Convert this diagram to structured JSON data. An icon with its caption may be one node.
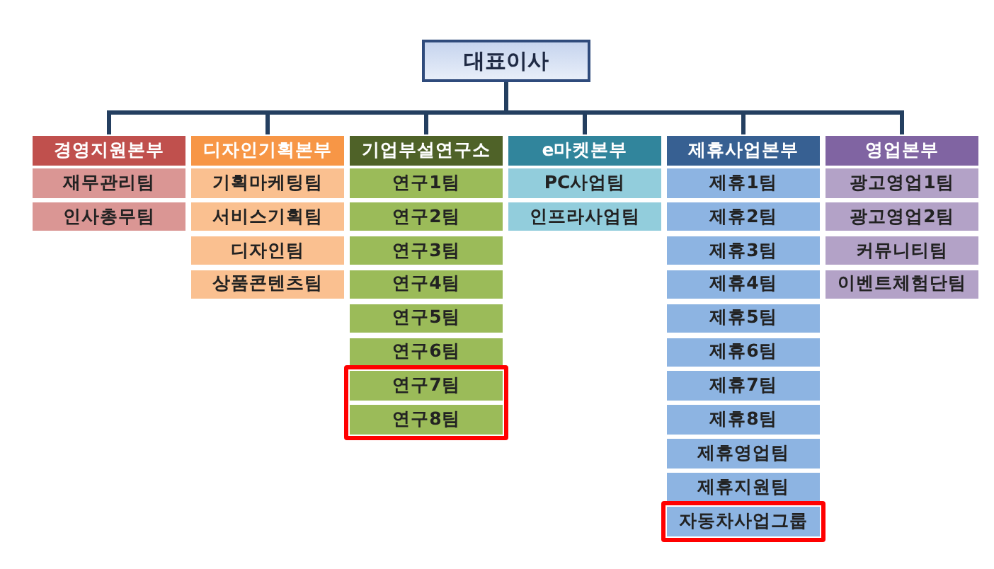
{
  "diagram": {
    "nodes": [
      {
        "text": [
          "대표이사"
        ]
      },
      {
        "text": [
          "경영지원본부"
        ]
      },
      {
        "text": [
          "재무관리팀"
        ]
      },
      {
        "text": [
          "인사총무팀"
        ]
      },
      {
        "text": [
          "디자인기획본부"
        ]
      },
      {
        "text": [
          "기획마케팅팀"
        ]
      },
      {
        "text": [
          "서비스기획팀"
        ]
      },
      {
        "text": [
          "디자인팀"
        ]
      },
      {
        "text": [
          "상품콘텐츠팀"
        ]
      },
      {
        "text": [
          "기업부설연구소"
        ]
      },
      {
        "text": [
          "연구1팀"
        ]
      },
      {
        "text": [
          "연구2팀"
        ]
      },
      {
        "text": [
          "연구3팀"
        ]
      },
      {
        "text": [
          "연구4팀"
        ]
      },
      {
        "text": [
          "연구5팀"
        ]
      },
      {
        "text": [
          "연구6팀"
        ]
      },
      {
        "text": [],
        "shape": "box"
      },
      {
        "text": [
          "연구7팀"
        ],
        "in": 16
      },
      {
        "text": [
          "연구8팀"
        ],
        "in": 16
      },
      {
        "text": [
          "e마켓본부"
        ]
      },
      {
        "text": [
          "PC사업팀"
        ]
      },
      {
        "text": [
          "인프라사업팀"
        ]
      },
      {
        "text": [
          "제휴사업본부"
        ]
      },
      {
        "text": [
          "제휴1팀"
        ]
      },
      {
        "text": [
          "제휴2팀"
        ]
      },
      {
        "text": [
          "제휴3팀"
        ]
      },
      {
        "text": [
          "제휴4팀"
        ]
      },
      {
        "text": [
          "제휴5팀"
        ]
      },
      {
        "text": [
          "제휴6팀"
        ]
      },
      {
        "text": [
          "제휴7팀"
        ]
      },
      {
        "text": [
          "제휴8팀"
        ]
      },
      {
        "text": [
          "제휴영업팀"
        ]
      },
      {
        "text": [
          "제휴지원팀"
        ]
      },
      {
        "text": [],
        "shape": "box"
      },
      {
        "text": [
          "자동차사업그룹"
        ],
        "in": 33
      },
      {
        "text": [
          "영업본부"
        ]
      },
      {
        "text": [
          "광고영업1팀"
        ]
      },
      {
        "text": [
          "광고영업2팀"
        ]
      },
      {
        "text": [
          "커뮤니티팀"
        ]
      },
      {
        "text": [
          "이벤트체험단팀"
        ]
      }
    ],
    "edges": [
      {
        "from": 0,
        "to": 1,
        "arrow": "none"
      },
      {
        "from": 0,
        "to": 4,
        "arrow": "none"
      },
      {
        "from": 0,
        "to": 9,
        "arrow": "none"
      },
      {
        "from": 0,
        "to": 19,
        "arrow": "none"
      },
      {
        "from": 0,
        "to": 22,
        "arrow": "none"
      },
      {
        "from": 0,
        "to": 35,
        "arrow": "none"
      }
    ]
  }
}
